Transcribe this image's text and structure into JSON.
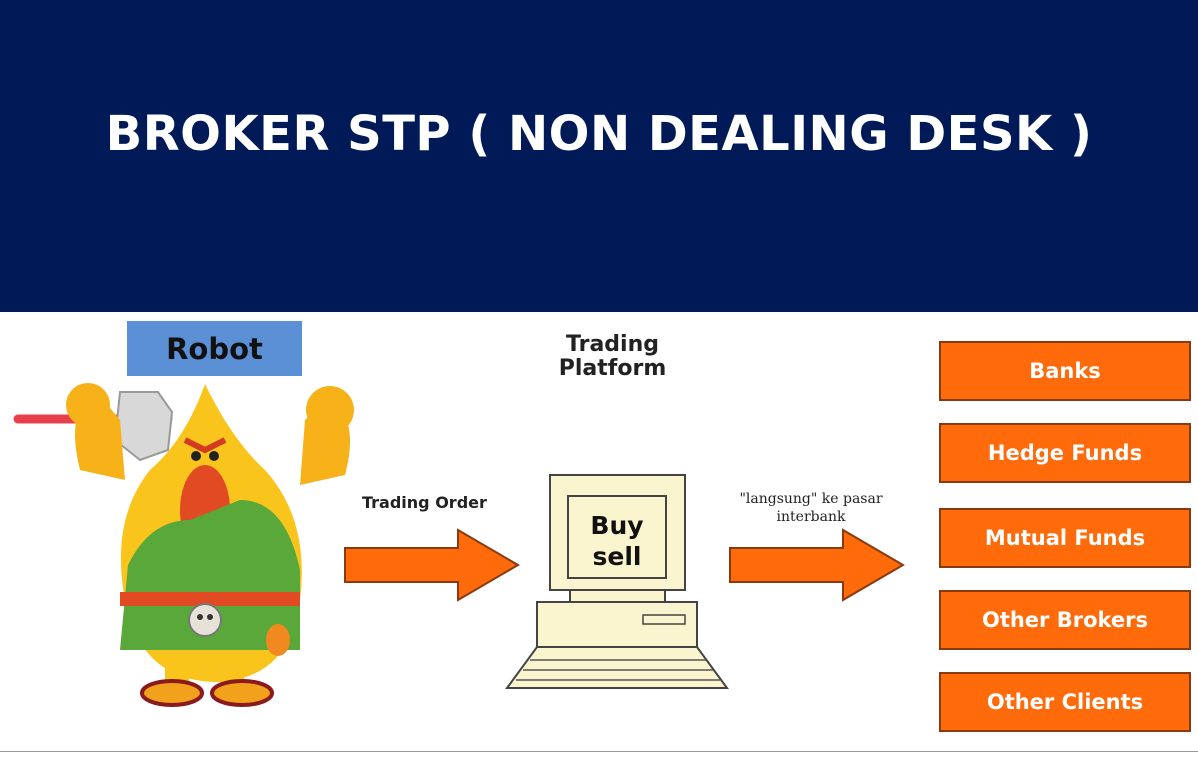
{
  "title": "BROKER STP ( NON DEALING DESK )",
  "robot_label": "Robot",
  "platform": {
    "title_line1": "Trading",
    "title_line2": "Platform",
    "screen_line1": "Buy",
    "screen_line2": "sell"
  },
  "arrows": {
    "order_label": "Trading Order",
    "route_line1": "\"langsung\" ke pasar",
    "route_line2": "interbank"
  },
  "destinations": [
    "Banks",
    "Hedge Funds",
    "Mutual Funds",
    "Other Brokers",
    "Other Clients"
  ],
  "colors": {
    "header": "#001a57",
    "robot_label_bg": "#5b8fd6",
    "arrow": "#ff6a0a",
    "destination_bg": "#ff6a0a"
  }
}
